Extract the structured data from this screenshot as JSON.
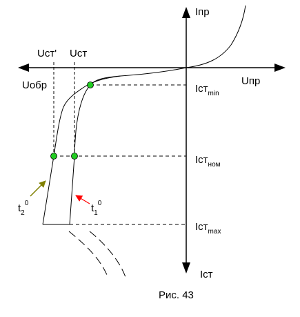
{
  "axes": {
    "y_up_label": "Iпр",
    "x_right_label": "Uпр",
    "x_left_label": "Uобр",
    "y_down_label": "Iст"
  },
  "voltages": {
    "u_st_prime": "Uст'",
    "u_st": "Uст"
  },
  "currents": {
    "i_min": {
      "base": "Iст",
      "sub": "min"
    },
    "i_nom": {
      "base": "Iст",
      "sub": "ном"
    },
    "i_max": {
      "base": "Iст",
      "sub": "max"
    }
  },
  "temperatures": {
    "t2": {
      "base": "t",
      "sub": "2",
      "sup": "0"
    },
    "t1": {
      "base": "t",
      "sub": "1",
      "sup": "0"
    }
  },
  "caption": "Рис. 43",
  "colors": {
    "point": "#22cc22",
    "arrow_t2": "#808000",
    "arrow_t1": "#ff0000",
    "line": "#000000"
  }
}
